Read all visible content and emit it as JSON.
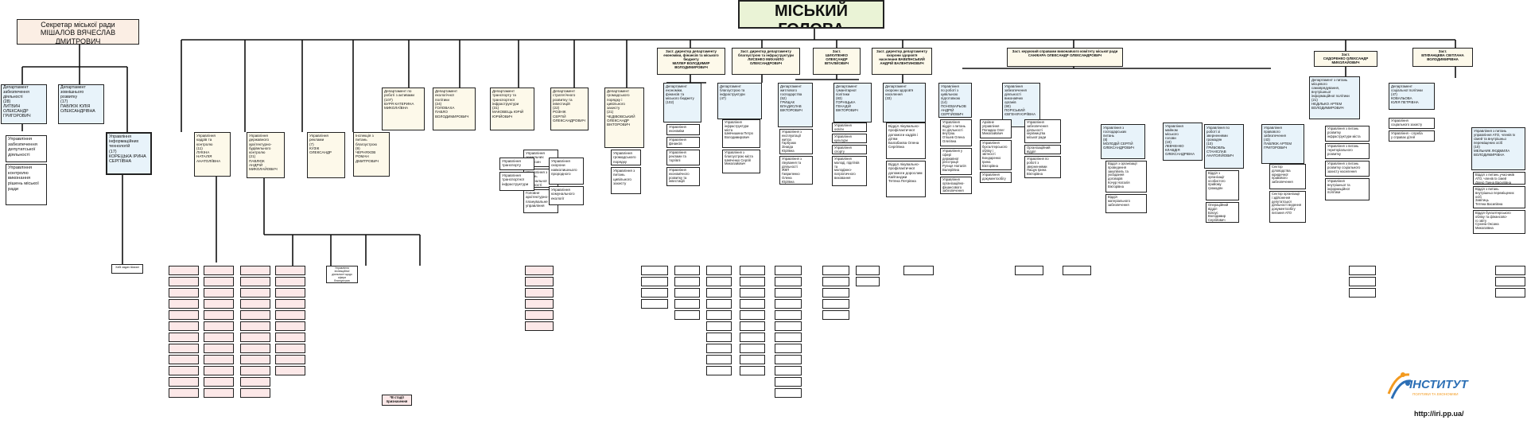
{
  "top": {
    "title": "МІСЬКИЙ ГОЛОВА",
    "secretary": "Секретар міської ради\nМІШАЛОВ ВЯЧЕСЛАВ ДМИТРОВИЧ"
  },
  "secretary_branch": {
    "dept_support": "Департамент\nзабезпечення\nдіяльності\n(28)\nЛИТВИН ОЛЕКСАНДР\nГРИГОРОВИЧ",
    "dept_info": "Департамент\nзовнішнього\nрозвитку\n(17)\nПАВЛЮК ЮЛІЯ\nОЛЕКСАНДРІВНА",
    "uprav_it": "Управління\nінформаційних\nтехнологій\n(17)\nКОРЕЦЬКА ІРИНА\nСЕРГІЇВНА",
    "sub_deputy": "Управління\nзабезпечення\nдепутатської\nдіяльності",
    "sub_control": "Управління\nконтролю\nвиконання\nрішень міської\nради"
  },
  "mayor_direct": [
    "Управління\nкадрів та\nконтролю\n(11)\nЛУКІНА\nНАТАЛІЯ\nАНАТОЛІЇВНА",
    "Управління\nдержавного\nархітектурно-\nбудівельного\nконтролю\n(21)\nПАВЛЮК\nАНДРІЙ\nМИКОЛАЙОВИЧ",
    "Управління\nреклами\n(7)\nКУЗІК\nОЛЕКСАНДР",
    "Інспекція з\nпитань\nблагоустрою\n(9)\nЧЕРНЯХОВ\nРОМАН\nДМИТРОВИЧ",
    "Департамент по\nроботі з активами\n(107)\nБУРЯ КАТЕРИНА\nМИКОЛАЇВНА",
    "Департамент\nекологічної\nполітики\n(24)\nГОЛОВАХА\nПАВЛО\nВОЛОДИМИРОВИЧ",
    "Департамент\nтранспорту та\nтранспортної\nінфраструктури\n(31)\nМАКОВЕЦЬ ЮРІЙ\nЮРІЙОВИЧ",
    "Департамент\nстратегічного\nрозвитку та\nінвестицій\n(22)\nРОЗНІК\nСЕРГІЙ\nОЛЕКСАНДРОВИЧ",
    "Департамент\nгромадського\nпорядку і\nцивільного\nзахисту\n(21)\nЧЕДІВОВСЬКИЙ\nОЛЕКСАНДР\nВІКТОРОВИЧ"
  ],
  "mayor_direct_subs": {
    "assets": [
      "Управління\nземельних\nвідносин",
      "Управління з\nпитань\nкомунальної\nвласності",
      "Головне\nархітектурно-\nпланувальне\nуправління"
    ],
    "ecology": [
      "Управління\nохорони\nнавколишнього\nпрородного",
      "Управління\nкомунального\nекології"
    ],
    "transport": [
      "Управління\nтранспорту",
      "Управління\nтранспортної\nінфраструктури"
    ],
    "order": [
      "Управління\nгромадського\nпорядку",
      "Управління з\nпитань\nцивільного\nзахисту"
    ]
  },
  "deputies": [
    "Заст. директор департаменту\nекономіки, фінансів та міського\nбюджету\nМІЛЛЕР ВОЛОДИМИР\nВОЛОДИМИРОВИЧ",
    "Заст. директор департаменту\nблагоустрою та інфраструктури\nЛИСЕНКО МИХАЙЛО\nОЛЕКСАНДРОВИЧ",
    "Заст.\nШИКУЛЕНКО\nОЛЕКСАНДР\nВІТАЛІЙОВИЧ",
    "Заст. директор департаменту\nохорони здоров'я\nнаселення ВАВІЛІНСЬКИЙ\nАНДРІЙ ВАЛЕНТИНОВИЧ",
    "Заст. керуючий справами виконавчого комітету міської ради\nСАНЖАРА ОЛЕКСАНДР ОЛЕКСАНДРОВИЧ",
    "Заст.\nСИДОРЕНКО ОЛЕКСАНДР\nМИКОЛАЙОВИЧ",
    "Заст.\nЕПІФАНЦЕВА СВІТЛАНА\nВОЛОДИМИРІВНА"
  ],
  "dept_row": [
    "Департамент\nекономіки,\nфінансів та\nміського бюджету\n(102)",
    "Департамент\nблагоустрою та\nінфраструктури\n(47)",
    "Департамент\nжитлового\nгосподарства\n(52)\nГРИЩАК\nВЛАДИСЛАВ\nВІКТОРОВИЧ",
    "Департамент\nгуманітарної\nполітики\n(83)\nГОРНІЦЬКА\nГЕНАДІЙ\nВІКТОРОВИЧ",
    "Департамент\nохорони здоров'я\nнаселення\n(33)",
    "Управління\nпо роботі з\nцивільною\nпідготовкою\n(14)\nПОНОМАРЬОВ\nАНДРІЙ\nСЕРГІЙОВИЧ",
    "Управління\nзабезпечення\nдіяльності\nвиконавчих\nорганів\n(90)\nПОРІСЬКИЙ\nЄВГЕНІЯ ЮРІЇВНА",
    "Управління з\nгосподарських\nпитань\n(8)\nМОЛОДІЙ СЕРГІЙ\nОЛЕКСАНДРОВИЧ",
    "Управління\nмайном\nміського\nголови\n(19)\nЛЕВЧЕНКО\nКЛАВДІЯ\nОЛЕКСАНДРІВНА",
    "Управління по\nроботі зі\nзверненнями\nгромадян\n(10)\nГРИБОВЛЬ\nСТАНІСЛАВ\nАНАТОЛІЙОВИЧ",
    "Управління\nправового\nзабезпечення\n(43)\nПАВЛЮК АРТЕМ\nГРИГОРОВИЧ",
    "Департамент з питань\nмісцевого\nсамоврядування,\nвнутрішньої\nінформаційної політики\n(21)\nНЕДІЛЬКО АРТЕМ\nВОЛОДИМИРОВИЧ",
    "Департамент\nсоціальної політики\n(47)\nКОВАЛЬОВА\nЮЛІЯ ПЕТРІВНА",
    "Управління з питань\nуправління АТО, членів їх\nсімей та внутрішньо\nпереміщених осіб\n(10)\nМЕЛЬНИК ЛЮДМИЛА\nВОЛОДИМИРІВНА"
  ],
  "dept_subs": {
    "economy": [
      "Управління\nекономіки",
      "Управління\nфінансів",
      "Управління\nреклами та\nторгівлі",
      "Управління\nекономічного\nрозвитку та\nінвестицій"
    ],
    "blago": [
      "Управління\nінфраструктури\nміста\nШевчишина Петро\nВолодимирович",
      "Управління з\nблагоустрою міста\nШевченко Сергій\nМиколайович"
    ],
    "housing": [
      "Управління з\nексплуатації\nжитла\nГарбузюк\nЗінаїда\nЮріївна",
      "Управління з\nлікування та\nдіяльності\nЖКП\nГавриленко\nОлена\nЮріївна"
    ],
    "humanit": [
      "Управління\nосвіти",
      "Управління\nкультури",
      "Управління\nспорту",
      "Управління\nмолоді, підлітків\nта\nмолодіжно-\nпатріотичного\nвиховання"
    ],
    "health": [
      "Відділ лікувально-\nпрофілактичної\nдопомоги кадрів і\nдітям\nБалабаєва Олена\nСергіївна",
      "Відділ лікувально-\nпрофілактичної\nдопомоги дорослим\nКайтанджи\nТетяна Петрівна"
    ],
    "civil": [
      "Управління\nвідділ з питань\nпо діяльності\nвнутріш.\nОтішев Олена\nОлегівна",
      "Управління у\nсфері\nдержавної\nреєстрації\nРугиця Наталія\nВалеріївна",
      "Управління\nорганізаційно-\nфінансового\nзабезпечення"
    ],
    "exec": [
      "Архівне\nуправління\nПопадюк Олег\nМиколайович",
      "Управління\nбухгалтерського\nобліку і\nзвітності\nБондаренко\nІрина\nВікторівна",
      "Управління\nдокументообігу",
      "Управління\nзабезпечення\nдіяльності\nкерівництва\nміської ради",
      "Організаційний\nвідділ",
      "Управління по\nроботі з\nзверненнями\nПащук Ірина\nВікторівна"
    ],
    "household": [
      "Відділ з організації\nпроведення\nзакупівель та\nукладання\nдоговорів\nКочур Наталія\nВікторівна",
      "Відділ\nматеріального\nзабезпечення"
    ],
    "appeals": [
      "Відділ з\nорганізації\nособистого\nприйому\nгромадян",
      "Операційний\nвідділ\nБілоус\nВолодимир\nСергійович"
    ],
    "legal": [
      "Сектор\nділоводства\nюридичної\nправового\nзабезпечення",
      "Сектор організації\nі здійснення\nдепутатської\nдіяльності ведення\nдокументообігу\nпитання АТО"
    ],
    "selfgov": [
      "Управління з питань\nрозвитку\nінфраструктури міста",
      "Управління з питань\nтериторіального\nрозвитку",
      "Управління з питань\nрозвитку соціального\nзахисту населення",
      "Управління\nвнутрішньої та\nінформаційної\nполітики"
    ],
    "social": [
      "Управління\nсоціального захисту",
      "Управління - служба\nу справах дітей"
    ],
    "ato": [
      "Відділ з питань учасників\nАТО, членів їх сімей\nДокур Ганна Василівна",
      "Відділ з питань\nвнутрішньо переміщених\nосіб\nЗавітиць\nТетяна Василівна",
      "Відділ бухгалтерського\nобліку та фінансово-\nго звіту\nСухина Оксана\nМиколаївна"
    ]
  },
  "bottom_notes": {
    "red_note": "*В стадії\nпризначення",
    "single_note": "Хабі задач Шакал",
    "inspection_note": "Управління інспекційної\nдіяльності щодо сфери\nблагоустрою"
  },
  "watermark": {
    "name": "ІНСТИТУТ",
    "subtitle": "ПОЛІТИКИ ТА ЕКОНОМІКИ",
    "url": "http://iri.pp.ua/"
  },
  "colors": {
    "mayor_fill": "#eaf3d6",
    "secretary_fill": "#fbeee4",
    "blue_fill": "#e8f3fa",
    "cream_fill": "#fdf9ea",
    "pink_fill": "#fce8e8",
    "logo_orange": "#f39a1f",
    "logo_blue": "#2c6fb5"
  },
  "icons": [
    "institute-logo-icon"
  ]
}
